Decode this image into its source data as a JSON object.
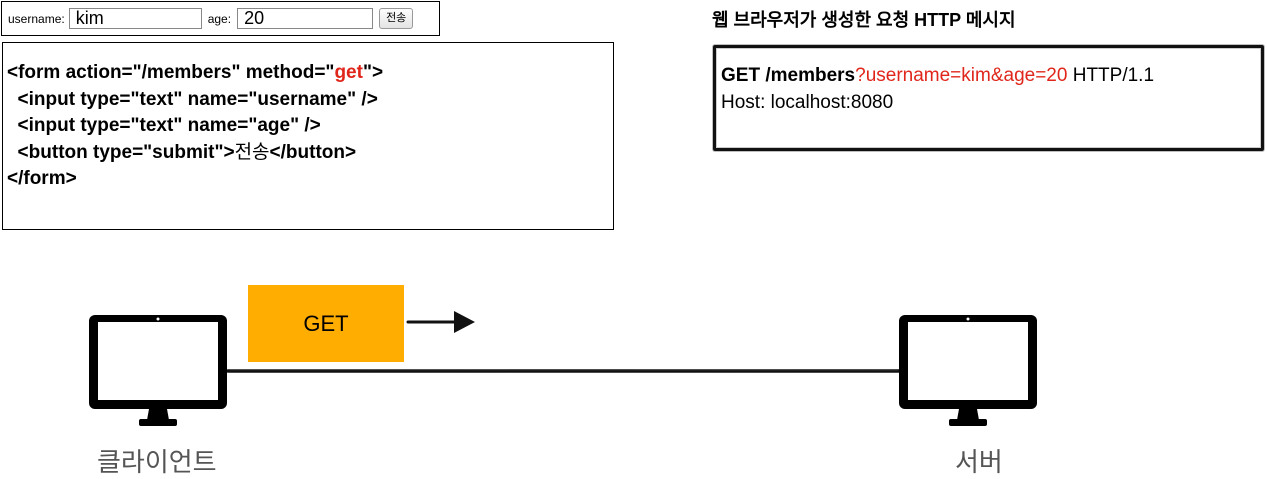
{
  "form_demo": {
    "username_label": "username:",
    "username_value": "kim",
    "age_label": "age:",
    "age_value": "20",
    "submit_label": "전송"
  },
  "code": {
    "line1_a": "<form action=\"",
    "line1_action": "/members",
    "line1_b": "\" method=\"",
    "line1_method": "get",
    "line1_c": "\">",
    "line2_a": "  <input type=\"text\" name=\"",
    "line2_name": "username",
    "line2_b": "\" />",
    "line3_a": "  <input type=\"text\" name=\"",
    "line3_name": "age",
    "line3_b": "\" />",
    "line4_a": "  <button type=\"submit\">",
    "line4_label": "전송",
    "line4_b": "</button>",
    "line5": "</form>"
  },
  "request": {
    "title": "웹 브라우저가 생성한 요청 HTTP 메시지",
    "method": "GET ",
    "path": "/members",
    "query": "?username=kim&age=20",
    "version": " HTTP/1.1",
    "host_line": "Host: localhost:8080"
  },
  "diagram": {
    "method_label": "GET",
    "client_label": "클라이언트",
    "server_label": "서버",
    "method_box_color": "#ffad00",
    "highlight_color": "#e0261b"
  }
}
